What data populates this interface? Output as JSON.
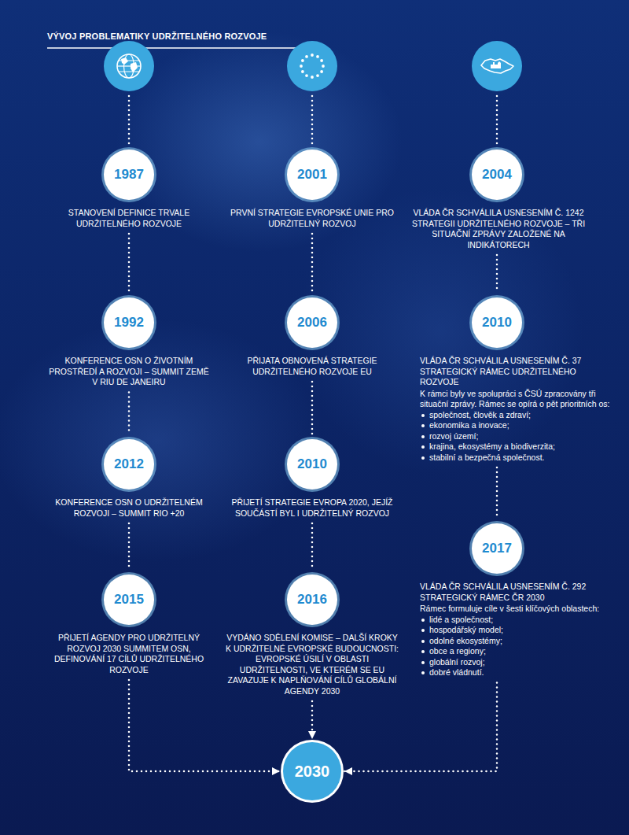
{
  "diagram": {
    "title": "VÝVOJ PROBLEMATIKY UDRŽITELNÉHO ROZVOJE",
    "nodes": [
      {
        "text": [
          "1987",
          "STANOVENÍ DEFINICE TRVALE UDRŽITELNÉHO ROZVOJE"
        ]
      },
      {
        "text": [
          "1992",
          "KONFERENCE OSN O ŽIVOTNÍM PROSTŘEDÍ A ROZVOJI – SUMMIT ZEMĚ V RIU DE JANEIRU"
        ]
      },
      {
        "text": [
          "2012",
          "KONFERENCE OSN O UDRŽITELNÉM ROZVOJI – SUMMIT RIO +20"
        ]
      },
      {
        "text": [
          "2015",
          "PŘIJETÍ AGENDY PRO UDRŽITELNÝ ROZVOJ 2030 SUMMITEM OSN, DEFINOVÁNÍ 17 CÍLŮ UDRŽITELNÉHO ROZVOJE"
        ]
      },
      {
        "text": [
          "2001",
          "PRVNÍ STRATEGIE EVROPSKÉ UNIE PRO UDRŽITELNÝ ROZVOJ"
        ]
      },
      {
        "text": [
          "2006",
          "PŘIJATA OBNOVENÁ STRATEGIE UDRŽITELNÉHO ROZVOJE EU"
        ]
      },
      {
        "text": [
          "2010",
          "PŘIJETÍ STRATEGIE EVROPA 2020, JEJÍŽ SOUČÁSTÍ BYL I UDRŽITELNÝ ROZVOJ"
        ]
      },
      {
        "text": [
          "2016",
          "VYDÁNO SDĚLENÍ KOMISE – DALŠÍ KROKY K UDRŽITELNÉ EVROPSKÉ BUDOUCNOSTI: EVROPSKÉ ÚSILÍ V OBLASTI UDRŽITELNOSTI, VE KTERÉM SE EU ZAVAZUJE K NAPLŇOVÁNÍ CÍLŮ GLOBÁLNÍ AGENDY 2030"
        ]
      },
      {
        "text": [
          "2004",
          "VLÁDA ČR SCHVÁLILA USNESENÍM Č. 1242 STRATEGII UDRŽITELNÉHO ROZVOJE – TŘI SITUAČNÍ ZPRÁVY ZALOŽENÉ NA INDIKÁTORECH"
        ]
      },
      {
        "text": [
          "2010",
          "VLÁDA ČR SCHVÁLILA USNESENÍM Č. 37 STRATEGICKÝ RÁMEC UDRŽITELNÉHO ROZVOJE",
          "K rámci byly ve spolupráci s ČSÚ zpracovány tři situační zprávy. Rámec se opírá o pět prioritních os:",
          "společnost, člověk a zdraví;",
          "ekonomika a inovace;",
          "rozvoj území;",
          "krajina, ekosystémy a biodiverzita;",
          "stabilní a bezpečná společnost."
        ]
      },
      {
        "text": [
          "2017",
          "VLÁDA ČR SCHVÁLILA USNESENÍM Č. 292 STRATEGICKÝ RÁMEC ČR 2030",
          "Rámec formuluje cíle v šesti klíčových oblastech:",
          "lidé a společnost;",
          "hospodářský model;",
          "odolné ekosystémy;",
          "obce a regiony;",
          "globální rozvoj;",
          "dobré vládnutí."
        ]
      },
      {
        "text": [
          "2030"
        ]
      }
    ],
    "edges": [
      {
        "from": 0,
        "to": 1,
        "arrow": "none"
      },
      {
        "from": 1,
        "to": 2,
        "arrow": "none"
      },
      {
        "from": 2,
        "to": 3,
        "arrow": "none"
      },
      {
        "from": 4,
        "to": 5,
        "arrow": "none"
      },
      {
        "from": 5,
        "to": 6,
        "arrow": "none"
      },
      {
        "from": 6,
        "to": 7,
        "arrow": "none"
      },
      {
        "from": 8,
        "to": 9,
        "arrow": "none"
      },
      {
        "from": 9,
        "to": 10,
        "arrow": "none"
      },
      {
        "from": 3,
        "to": 11,
        "arrow": "to"
      },
      {
        "from": 7,
        "to": 11,
        "arrow": "to"
      },
      {
        "from": 10,
        "to": 11,
        "arrow": "to"
      }
    ]
  }
}
